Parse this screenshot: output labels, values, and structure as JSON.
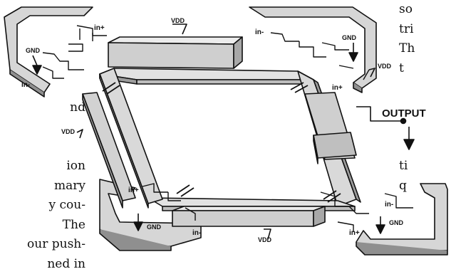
{
  "text_left": [
    "",
    "",
    "",
    "",
    "",
    "nd",
    "",
    "",
    "ion",
    "mary",
    "y cou-",
    "The",
    "our push-",
    "ned in"
  ],
  "text_right": [
    "so",
    "tri",
    "Th",
    "t",
    "",
    "",
    "",
    "",
    "ti",
    "q"
  ],
  "labels": {
    "in_plus": "in+",
    "in_minus": "in-",
    "gnd": "GND",
    "vdd": "VDD",
    "output": "OUTPUT"
  },
  "colors": {
    "ink": "#111111",
    "body": "#cfcfcf",
    "face": "#e2e2e2",
    "shade": "#9c9c9c"
  }
}
